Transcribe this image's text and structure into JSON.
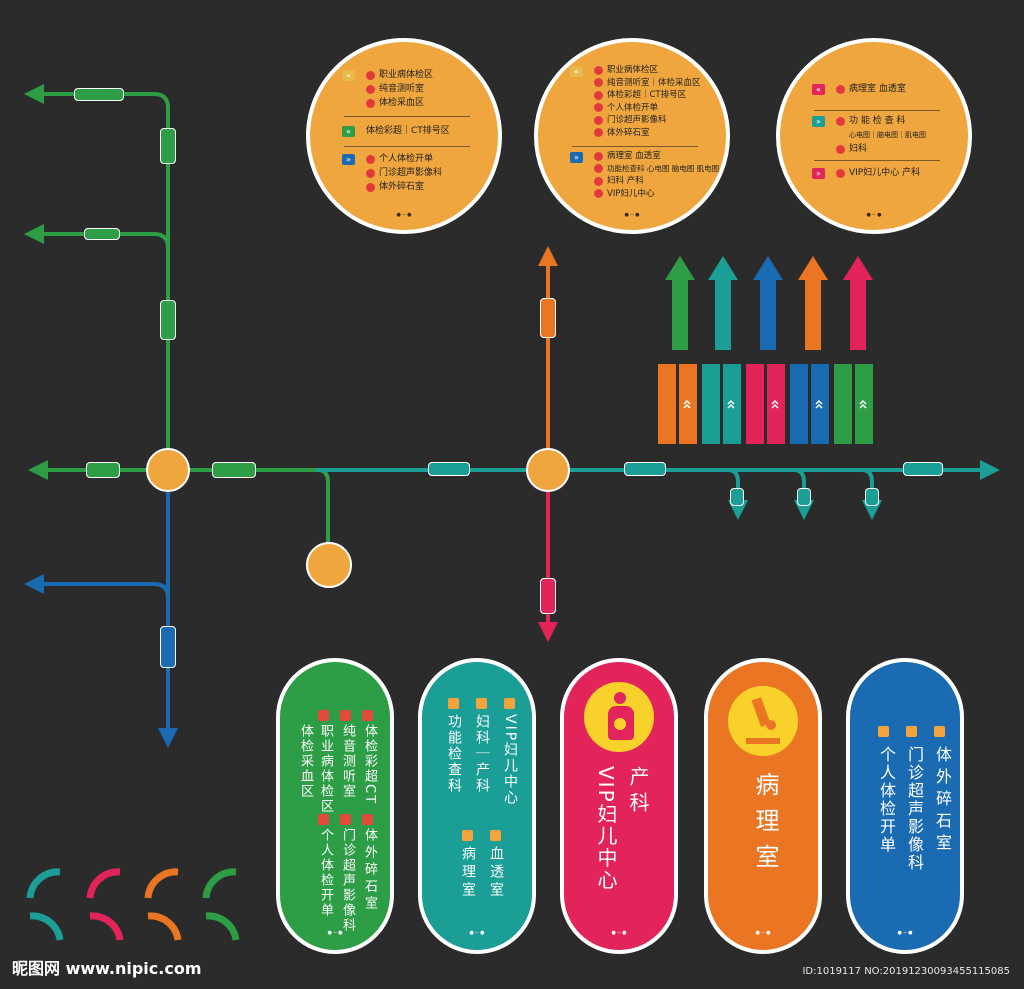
{
  "colors": {
    "green": "#2e9e46",
    "teal": "#1a9e96",
    "pink": "#e2245a",
    "orange": "#ea7624",
    "blue": "#1a6bb2",
    "circle": "#f0a63e",
    "background": "#2b2b2b"
  },
  "signs": [
    {
      "groups": [
        {
          "icon": "double-chevron-up-icon",
          "items": [
            "职业病体检区",
            "纯音测听室",
            "体检采血区"
          ]
        },
        {
          "icon": "double-chevron-left-icon",
          "items": [
            "体检彩超｜CT排号区"
          ]
        },
        {
          "icon": "double-chevron-down-icon",
          "items": [
            "个人体检开单",
            "门诊超声影像科",
            "体外碎石室"
          ]
        }
      ]
    },
    {
      "groups": [
        {
          "icon": "double-chevron-left-icon",
          "items": [
            "职业病体检区",
            "纯音测听室｜体检采血区",
            "体检彩超｜CT排号区",
            "个人体检开单",
            "门诊超声影像科",
            "体外碎石室"
          ]
        },
        {
          "icon": "double-chevron-right-icon",
          "items": [
            "病理室  血透室",
            "功能检查科  心电图 脑电图 肌电图",
            "妇科  产科",
            "VIP妇儿中心"
          ]
        }
      ]
    },
    {
      "groups": [
        {
          "icon": "double-chevron-up-icon",
          "items": [
            "病理室  血透室"
          ]
        },
        {
          "icon": "double-chevron-right-icon",
          "items": [
            "功 能 检 查 科",
            "心电图｜脑电图｜肌电图",
            "妇科"
          ]
        },
        {
          "icon": "double-chevron-down-icon",
          "items": [
            "VIP妇儿中心  产科"
          ]
        }
      ]
    }
  ],
  "pills": [
    {
      "color": "green",
      "columns": [
        "体检彩超CT",
        "纯音测听室",
        "职业病体检区",
        "体检采血区",
        "体外碎石室",
        "门诊超声影像科",
        "个人体检开单"
      ]
    },
    {
      "color": "teal",
      "columns": [
        "VIP妇儿中心",
        "妇科｜产科",
        "功能检查科",
        "血透室",
        "病理室"
      ]
    },
    {
      "color": "pink",
      "columns": [
        "产科",
        "VIP妇儿中心"
      ]
    },
    {
      "color": "orange",
      "columns": [
        "病理室"
      ]
    },
    {
      "color": "blue",
      "columns": [
        "体外碎石室",
        "门诊超声影像科",
        "个人体检开单"
      ]
    }
  ],
  "watermark": {
    "site": "昵图网 www.nipic.com",
    "id": "ID:1019117 NO:20191230093455115085"
  }
}
